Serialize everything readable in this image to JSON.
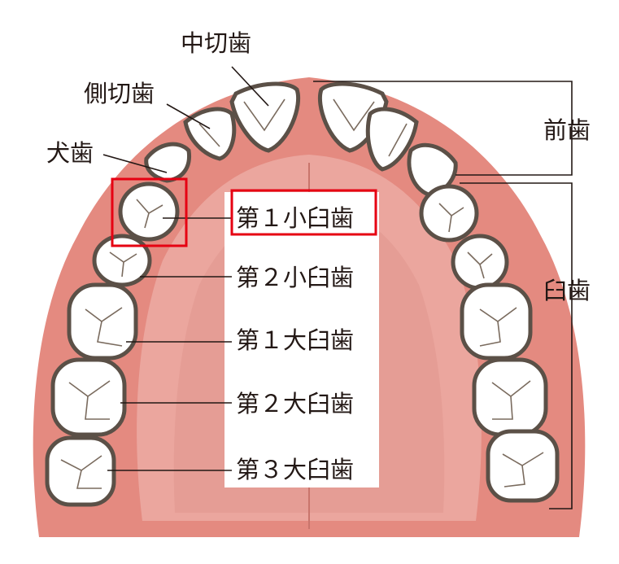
{
  "title_labels": {
    "central_incisor": "中切歯",
    "lateral_incisor": "側切歯",
    "canine": "犬歯"
  },
  "groups": {
    "anterior": "前歯",
    "molars": "臼歯"
  },
  "box_labels": [
    "第１小臼歯",
    "第２小臼歯",
    "第１大臼歯",
    "第２大臼歯",
    "第３大臼歯"
  ],
  "highlight": {
    "label": "第１小臼歯",
    "color": "#e60012"
  },
  "colors": {
    "gum": "#e48a80",
    "palate": "#eaa49c",
    "tooth_outline": "#5b5047"
  }
}
